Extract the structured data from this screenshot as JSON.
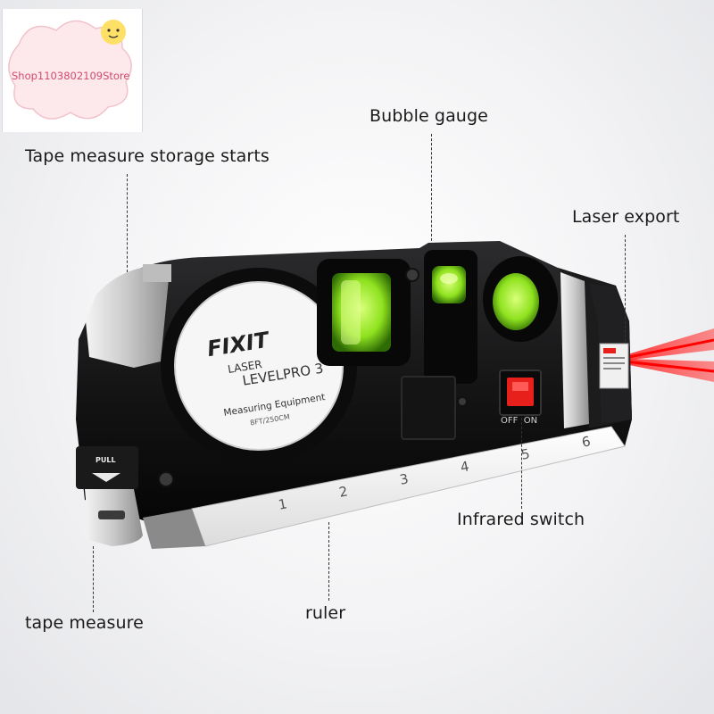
{
  "shop": {
    "name": "Shop1103802109Store"
  },
  "callouts": {
    "tape_storage": "Tape measure storage starts",
    "bubble_gauge": "Bubble gauge",
    "laser_export": "Laser export",
    "infrared_switch": "Infrared switch",
    "tape_measure": "tape measure",
    "ruler": "ruler"
  },
  "device": {
    "brand": "FIXIT",
    "line_laser": "LASER",
    "line_model": "LEVELPRO 3",
    "line_equipment": "Measuring Equipment",
    "line_size": "8FT/250CM",
    "pull_label": "PULL",
    "switch_label": "OFF  ON",
    "ruler_numbers": [
      "1",
      "2",
      "3",
      "4",
      "5",
      "6"
    ]
  },
  "colors": {
    "body": "#111111",
    "bubble": "#9bff2a",
    "laser": "#ff1a1a",
    "switch": "#e8201c",
    "badge_pink": "#d44a6a",
    "sun": "#ffe066"
  }
}
